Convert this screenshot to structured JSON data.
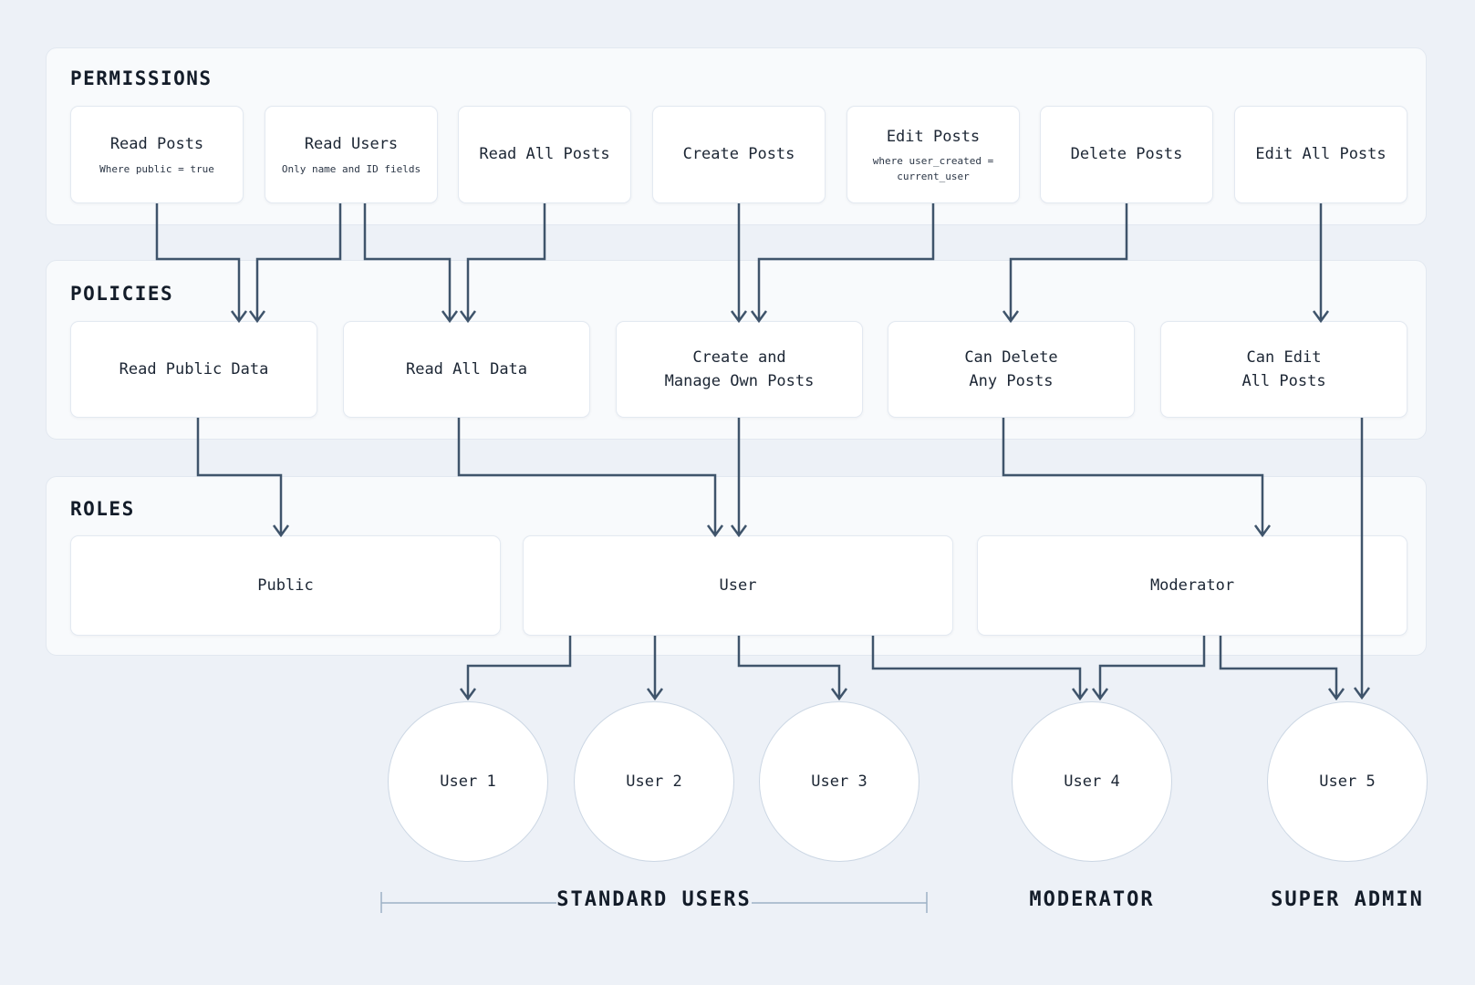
{
  "sections": {
    "permissions": {
      "label": "PERMISSIONS",
      "items": [
        {
          "title": "Read Posts",
          "subtitle": "Where public = true"
        },
        {
          "title": "Read Users",
          "subtitle": "Only name and ID fields"
        },
        {
          "title": "Read All Posts",
          "subtitle": ""
        },
        {
          "title": "Create Posts",
          "subtitle": ""
        },
        {
          "title": "Edit Posts",
          "subtitle": "where user_created =\ncurrent_user"
        },
        {
          "title": "Delete Posts",
          "subtitle": ""
        },
        {
          "title": "Edit All Posts",
          "subtitle": ""
        }
      ]
    },
    "policies": {
      "label": "POLICIES",
      "items": [
        {
          "title": "Read Public Data"
        },
        {
          "title": "Read All Data"
        },
        {
          "title": "Create and\nManage Own Posts"
        },
        {
          "title": "Can Delete\nAny Posts"
        },
        {
          "title": "Can Edit\nAll Posts"
        }
      ]
    },
    "roles": {
      "label": "ROLES",
      "items": [
        {
          "title": "Public"
        },
        {
          "title": "User"
        },
        {
          "title": "Moderator"
        }
      ]
    }
  },
  "users": [
    {
      "name": "User 1"
    },
    {
      "name": "User 2"
    },
    {
      "name": "User 3"
    },
    {
      "name": "User 4"
    },
    {
      "name": "User 5"
    }
  ],
  "group_labels": {
    "standard": "STANDARD USERS",
    "moderator": "MODERATOR",
    "super_admin": "SUPER ADMIN"
  },
  "colors": {
    "background": "#edf1f7",
    "panel": "#f8fafc",
    "panel_border": "#e2e8f0",
    "node_border": "#e3e9f1",
    "arrow": "#3f546b",
    "bracket": "#9db1c5",
    "text": "#16202e"
  }
}
